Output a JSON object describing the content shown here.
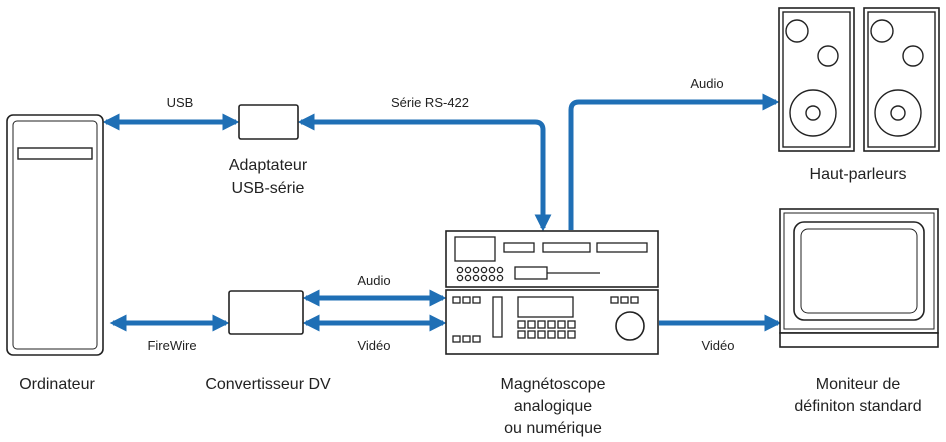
{
  "colors": {
    "cable": "#1f6fb5",
    "outline": "#222222",
    "background": "#ffffff"
  },
  "devices": {
    "computer": {
      "label": "Ordinateur"
    },
    "adapter": {
      "label_line1": "Adaptateur",
      "label_line2": "USB-série"
    },
    "converter": {
      "label": "Convertisseur DV"
    },
    "vtr": {
      "label_line1": "Magnétoscope",
      "label_line2": "analogique",
      "label_line3": "ou numérique"
    },
    "speakers": {
      "label": "Haut-parleurs"
    },
    "monitor": {
      "label_line1": "Moniteur de",
      "label_line2": "définiton standard"
    }
  },
  "connections": {
    "usb": "USB",
    "serial": "Série RS-422",
    "audio_speakers": "Audio",
    "audio_converter": "Audio",
    "video_converter": "Vidéo",
    "firewire": "FireWire",
    "video_monitor": "Vidéo"
  }
}
